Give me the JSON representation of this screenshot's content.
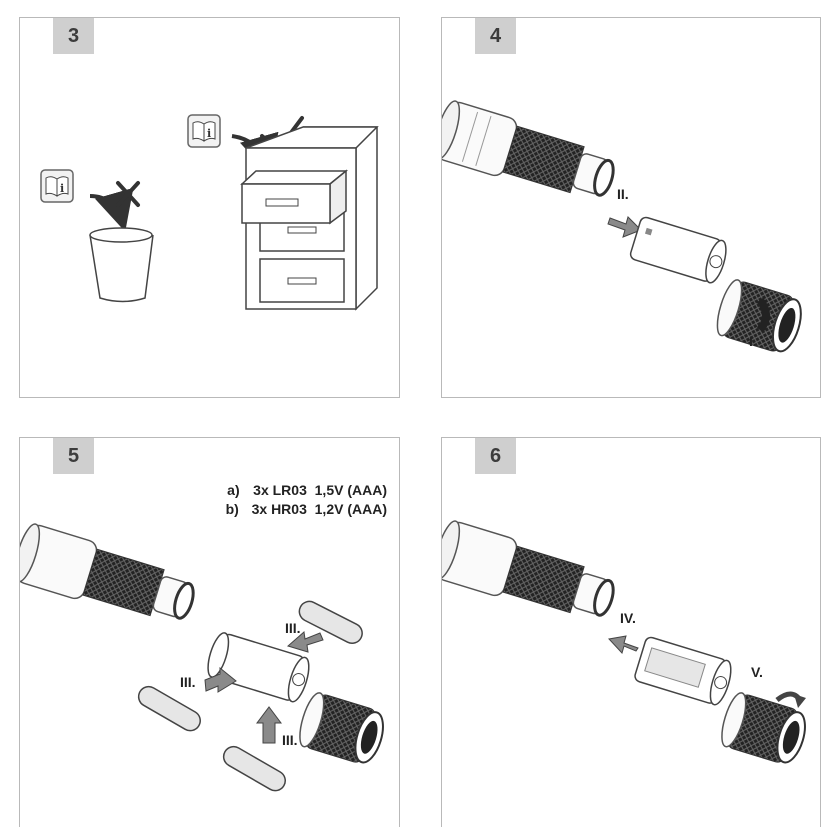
{
  "steps": {
    "step3": {
      "number": "3"
    },
    "step4": {
      "number": "4",
      "label_open_head": "II.",
      "label_unscrew_cap": "I."
    },
    "step5": {
      "number": "5",
      "battery_specs": [
        {
          "key": "a)",
          "qty": "3x",
          "model": "LR03",
          "voltage": "1,5V",
          "size": "(AAA)"
        },
        {
          "key": "b)",
          "qty": "3x",
          "model": "HR03",
          "voltage": "1,2V",
          "size": "(AAA)"
        }
      ],
      "label_insert_top": "III.",
      "label_insert_left": "III.",
      "label_insert_bottom": "III."
    },
    "step6": {
      "number": "6",
      "label_insert_carrier": "IV.",
      "label_screw_cap": "V."
    }
  },
  "colors": {
    "panel_border": "#b9b9b9",
    "step_badge": "#cfcfcf",
    "arrow_fill": "#8a8a8a",
    "line": "#333333"
  },
  "icons": [
    "manual-book-icon",
    "trash-bin-icon",
    "filing-cabinet-icon",
    "cross-mark-icon",
    "check-mark-icon",
    "flashlight-icon",
    "battery-carrier-icon",
    "end-cap-icon",
    "aaa-battery-icon"
  ]
}
